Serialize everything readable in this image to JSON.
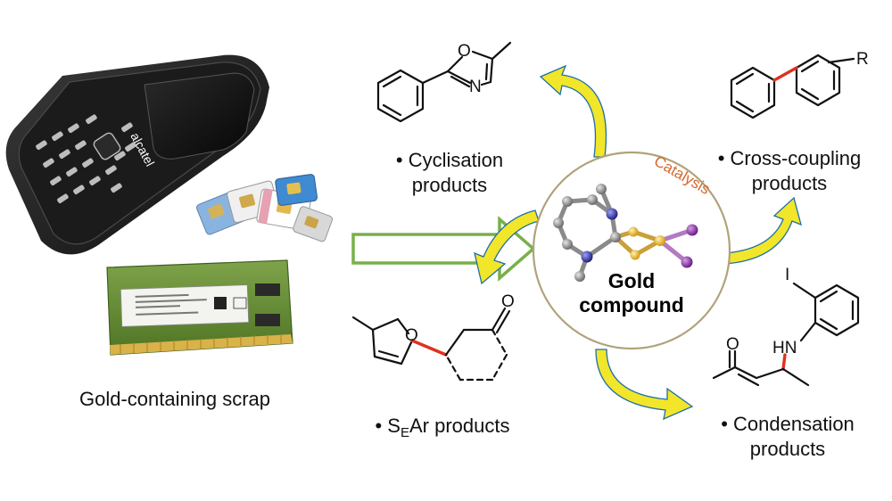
{
  "scrap": {
    "caption": "Gold-containing scrap",
    "phone_brand": "alcatel"
  },
  "center": {
    "catalysis_label": "Catalysis",
    "title_line1": "Gold",
    "title_line2": "compound"
  },
  "products": {
    "cyclisation": {
      "line1": "• Cyclisation",
      "line2": "products"
    },
    "cross_coupling": {
      "line1": "• Cross-coupling",
      "line2": "products"
    },
    "sear": {
      "bullet": "• S",
      "sub": "E",
      "rest": "Ar products"
    },
    "condensation": {
      "line1": "• Condensation",
      "line2": "products"
    }
  },
  "atoms": {
    "oxazole_o": "O",
    "oxazole_n": "N",
    "biaryl_r": "R",
    "furan_o": "O",
    "ketone_o": "O",
    "aryl_i": "I",
    "amine_hn": "HN",
    "enone_o": "O"
  },
  "colors": {
    "circle_border": "#b0a27a",
    "green_arrow": "#78b04a",
    "yellow_arrow": "#f1e62a",
    "new_bond_red": "#e0301e",
    "catalysis_text": "#d4682c",
    "gold_atom": "#e8b22a",
    "iodine_atom": "#8a3aa6",
    "nitrogen_atom": "#3a3aa8",
    "carbon_atom": "#9a9a9a"
  }
}
